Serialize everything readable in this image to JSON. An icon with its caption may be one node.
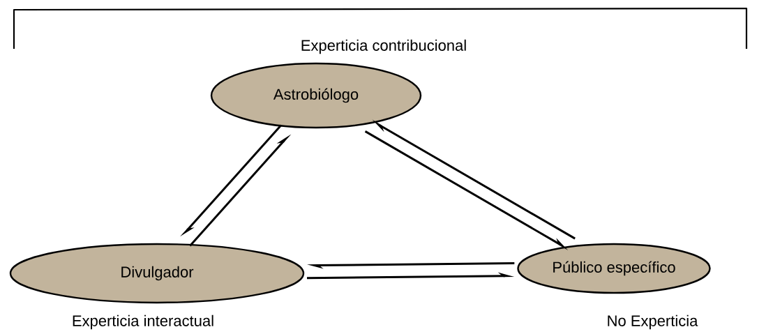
{
  "diagram": {
    "nodes": [
      {
        "text": [
          "Astrobiólogo"
        ],
        "beside": [
          "Experticia contribucional"
        ]
      },
      {
        "text": [
          "Divulgador"
        ],
        "beside": [
          "Experticia interactual"
        ]
      },
      {
        "text": [
          "Público específico"
        ],
        "beside": [
          "No Experticia"
        ]
      }
    ],
    "edges": [
      {
        "from": 0,
        "to": 1,
        "arrow": "to"
      },
      {
        "from": 1,
        "to": 0,
        "arrow": "to"
      },
      {
        "from": 0,
        "to": 2,
        "arrow": "to"
      },
      {
        "from": 2,
        "to": 0,
        "arrow": "to"
      },
      {
        "from": 2,
        "to": 1,
        "arrow": "to"
      },
      {
        "from": 1,
        "to": 2,
        "arrow": "to"
      }
    ]
  }
}
